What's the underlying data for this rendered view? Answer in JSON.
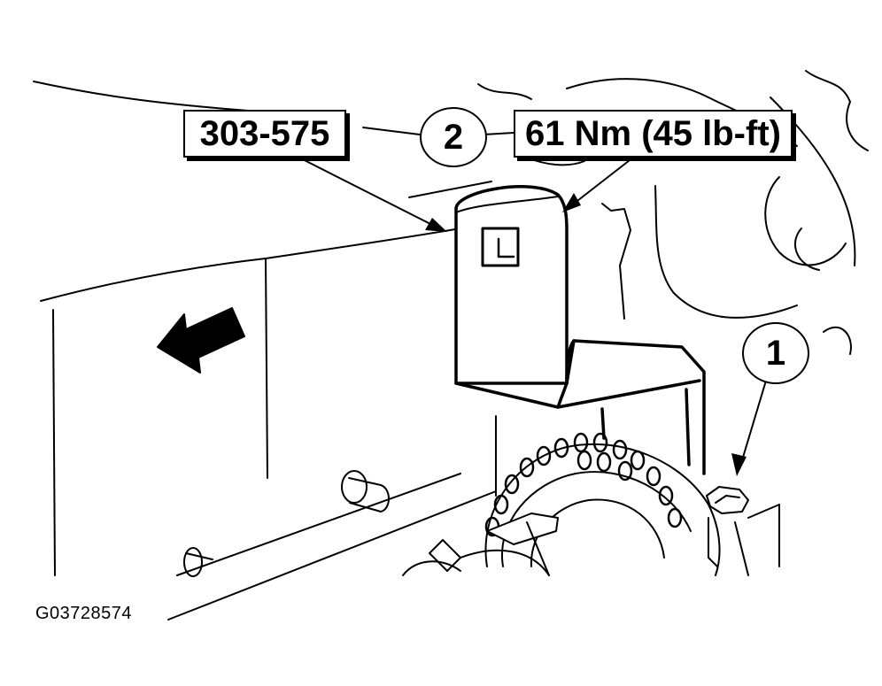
{
  "labels": {
    "tool_number": "303-575",
    "torque_spec": "61 Nm (45 lb-ft)",
    "callout_2": "2",
    "callout_1": "1"
  },
  "figure_id": "G03728574",
  "colors": {
    "ink": "#000000",
    "paper": "#ffffff"
  }
}
